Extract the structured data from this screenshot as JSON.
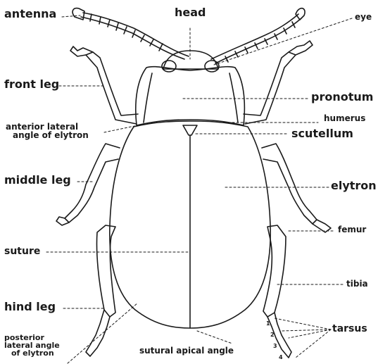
{
  "labels": {
    "antenna": "antenna",
    "head": "head",
    "eye": "eye",
    "front_leg": "front leg",
    "pronotum": "pronotum",
    "humerus": "humerus",
    "anterior_lateral_angle_line1": "anterior lateral",
    "anterior_lateral_angle_line2": "angle of elytron",
    "scutellum": "scutellum",
    "middle_leg": "middle leg",
    "elytron": "elytron",
    "femur": "femur",
    "suture": "suture",
    "tibia": "tibia",
    "hind_leg": "hind leg",
    "tarsus": "tarsus",
    "posterior_lateral_angle_line1": "posterior",
    "posterior_lateral_angle_line2": "lateral angle",
    "posterior_lateral_angle_line3": "of elytron",
    "sutural_apical_angle": "sutural apical angle",
    "tarsal_segment_1": "1",
    "tarsal_segment_2": "2",
    "tarsal_segment_3": "3",
    "tarsal_segment_4": "4"
  }
}
